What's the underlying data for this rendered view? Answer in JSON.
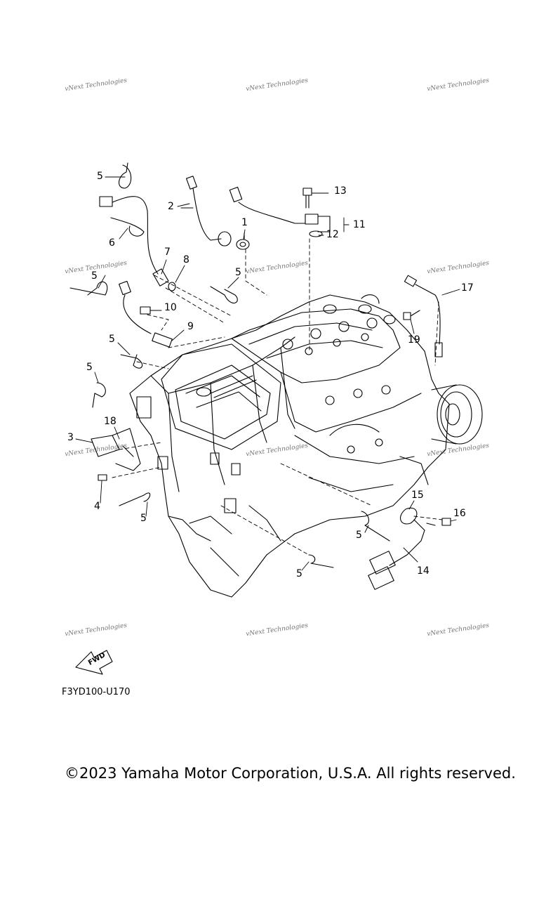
{
  "watermark_text": "vNext Technologies",
  "callouts": [
    "1",
    "2",
    "3",
    "4",
    "5",
    "6",
    "7",
    "8",
    "9",
    "10",
    "11",
    "12",
    "13",
    "14",
    "15",
    "16",
    "17",
    "18",
    "19"
  ],
  "fwd_label": "FWD",
  "diagram_code": "F3YD100-U170",
  "copyright": "©2023 Yamaha Motor Corporation, U.S.A. All rights reserved."
}
